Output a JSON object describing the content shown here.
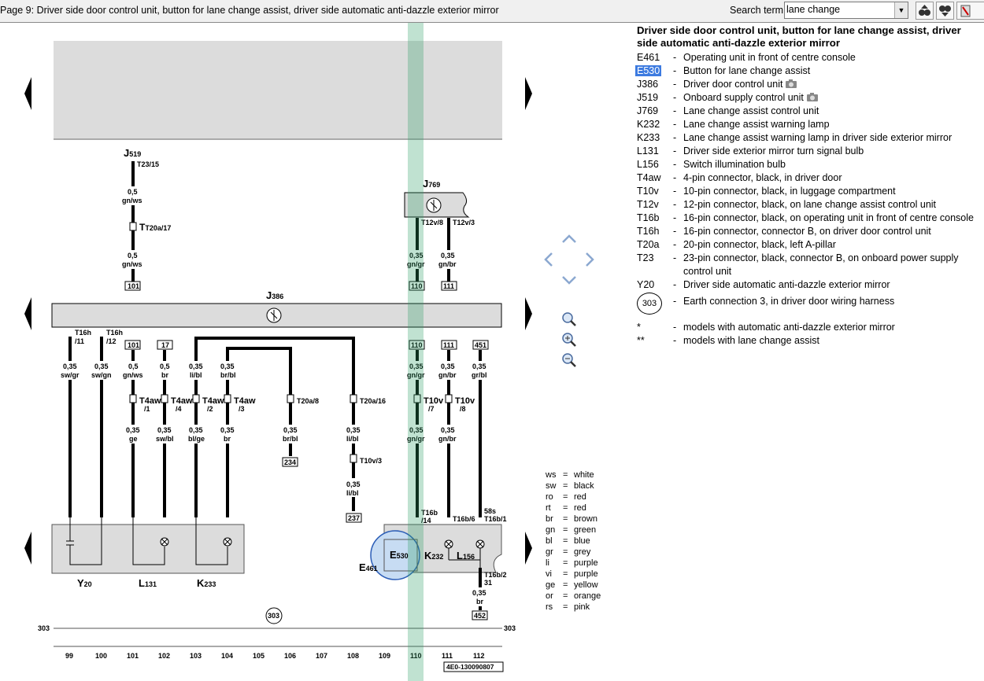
{
  "header": {
    "page_title": "Page 9: Driver side door control unit, button for lane change assist, driver side automatic anti-dazzle exterior mirror",
    "search_label": "Search term:",
    "search_value": "lane change"
  },
  "legend": {
    "title": "Driver side door control unit, button for lane change assist, driver side automatic anti-dazzle exterior mirror",
    "items": [
      {
        "code": "E461",
        "desc": "Operating unit in front of centre console"
      },
      {
        "code": "E530",
        "desc": "Button for lane change assist"
      },
      {
        "code": "J386",
        "desc": "Driver door control unit"
      },
      {
        "code": "J519",
        "desc": "Onboard supply control unit"
      },
      {
        "code": "J769",
        "desc": "Lane change assist control unit"
      },
      {
        "code": "K232",
        "desc": "Lane change assist warning lamp"
      },
      {
        "code": "K233",
        "desc": "Lane change assist warning lamp in driver side exterior mirror"
      },
      {
        "code": "L131",
        "desc": "Driver side exterior mirror turn signal bulb"
      },
      {
        "code": "L156",
        "desc": "Switch illumination bulb"
      },
      {
        "code": "T4aw",
        "desc": "4-pin connector, black, in driver door"
      },
      {
        "code": "T10v",
        "desc": "10-pin connector, black, in luggage compartment"
      },
      {
        "code": "T12v",
        "desc": "12-pin connector, black, on lane change assist control unit"
      },
      {
        "code": "T16b",
        "desc": "16-pin connector, black, on operating unit in front of centre console"
      },
      {
        "code": "T16h",
        "desc": "16-pin connector, connector B, on driver door control unit"
      },
      {
        "code": "T20a",
        "desc": "20-pin connector, black, left A-pillar"
      },
      {
        "code": "T23",
        "desc": "23-pin connector, black, connector B, on onboard power supply control unit"
      },
      {
        "code": "Y20",
        "desc": "Driver side automatic anti-dazzle exterior mirror"
      },
      {
        "code": "303",
        "desc": "Earth connection 3, in driver door wiring harness"
      },
      {
        "code": "*",
        "desc": "models with automatic anti-dazzle exterior mirror"
      },
      {
        "code": "**",
        "desc": "models with lane change assist"
      }
    ]
  },
  "color_codes": [
    {
      "code": "ws",
      "name": "white"
    },
    {
      "code": "sw",
      "name": "black"
    },
    {
      "code": "ro",
      "name": "red"
    },
    {
      "code": "rt",
      "name": "red"
    },
    {
      "code": "br",
      "name": "brown"
    },
    {
      "code": "gn",
      "name": "green"
    },
    {
      "code": "bl",
      "name": "blue"
    },
    {
      "code": "gr",
      "name": "grey"
    },
    {
      "code": "li",
      "name": "purple"
    },
    {
      "code": "vi",
      "name": "purple"
    },
    {
      "code": "ge",
      "name": "yellow"
    },
    {
      "code": "or",
      "name": "orange"
    },
    {
      "code": "rs",
      "name": "pink"
    }
  ],
  "diagram": {
    "components": {
      "j519": "J",
      "j519_sub": "519",
      "j769": "J",
      "j769_sub": "769",
      "j386": "J",
      "j386_sub": "386",
      "y20": "Y",
      "y20_sub": "20",
      "l131": "L",
      "l131_sub": "131",
      "k233": "K",
      "k233_sub": "233",
      "e461": "E",
      "e461_sub": "461",
      "e530": "E",
      "e530_sub": "530",
      "k232": "K",
      "k232_sub": "232",
      "l156": "L",
      "l156_sub": "156",
      "earth_303": "303"
    },
    "wires": [
      {
        "id": "w1",
        "pin": "T16h",
        "pin2": "/11",
        "size": "0,35",
        "color": "sw/gr"
      },
      {
        "id": "w2",
        "pin": "T16h",
        "pin2": "/12",
        "size": "0,35",
        "color": "sw/gn"
      },
      {
        "id": "w3",
        "ref": "101",
        "size": "0,5",
        "color": "gn/ws",
        "conn": "T4aw",
        "conn2": "/1",
        "size2": "0,35",
        "color2": "ge"
      },
      {
        "id": "w4",
        "ref": "17",
        "size": "0,5",
        "color": "br",
        "conn": "T4aw",
        "conn2": "/4",
        "size2": "0,35",
        "color2": "sw/bl"
      },
      {
        "id": "w5",
        "size": "0,35",
        "color": "li/bl",
        "conn": "T4aw",
        "conn2": "/2",
        "size2": "0,35",
        "color2": "bl/ge"
      },
      {
        "id": "w6",
        "size": "0,35",
        "color": "br/bl",
        "conn": "T4aw",
        "conn2": "/3",
        "size2": "0,35",
        "color2": "br"
      },
      {
        "id": "w7",
        "conn": "T20a/8",
        "size2": "0,35",
        "color2": "br/bl",
        "ref": "234"
      },
      {
        "id": "w8",
        "conn": "T20a/16",
        "size2": "0,35",
        "color2": "li/bl",
        "conn3": "T10v/3",
        "size3": "0,35",
        "color3": "li/bl",
        "ref": "237"
      },
      {
        "id": "w9",
        "ref": "110",
        "size": "0,35",
        "color": "gn/gr",
        "conn": "T10v",
        "conn2": "/7",
        "size2": "0,35",
        "color2": "gn/gr",
        "pin": "T16b",
        "pin2": "/14"
      },
      {
        "id": "w10",
        "ref": "111",
        "size": "0,35",
        "color": "gn/br",
        "conn": "T10v",
        "conn2": "/8",
        "size2": "0,35",
        "color2": "gn/br",
        "pin": "T16b/6"
      },
      {
        "id": "w11",
        "ref": "451",
        "size": "0,35",
        "color": "gr/bl",
        "pin": "T16b/1",
        "pin_label": "58s",
        "pin_bottom": "T16b/2",
        "pin_bottom2": "31",
        "size2": "0,35",
        "color2": "br",
        "ref2": "452"
      }
    ],
    "top": {
      "t23": "T23/15",
      "t23_size": "0,5",
      "t23_color": "gn/ws",
      "t20a17": "T20a/17",
      "t20a17_size": "0,5",
      "t20a17_color": "gn/ws",
      "t20a17_ref": "101",
      "t12v8": "T12v/8",
      "t12v8_size": "0,35",
      "t12v8_color": "gn/gr",
      "t12v8_ref": "110",
      "t12v3": "T12v/3",
      "t12v3_size": "0,35",
      "t12v3_color": "gn/br",
      "t12v3_ref": "111"
    },
    "earth_line": {
      "left": "303",
      "right": "303"
    },
    "columns": [
      "99",
      "100",
      "101",
      "102",
      "103",
      "104",
      "105",
      "106",
      "107",
      "108",
      "109",
      "110",
      "111",
      "112"
    ],
    "drawing_id": "4E0-130090807"
  }
}
